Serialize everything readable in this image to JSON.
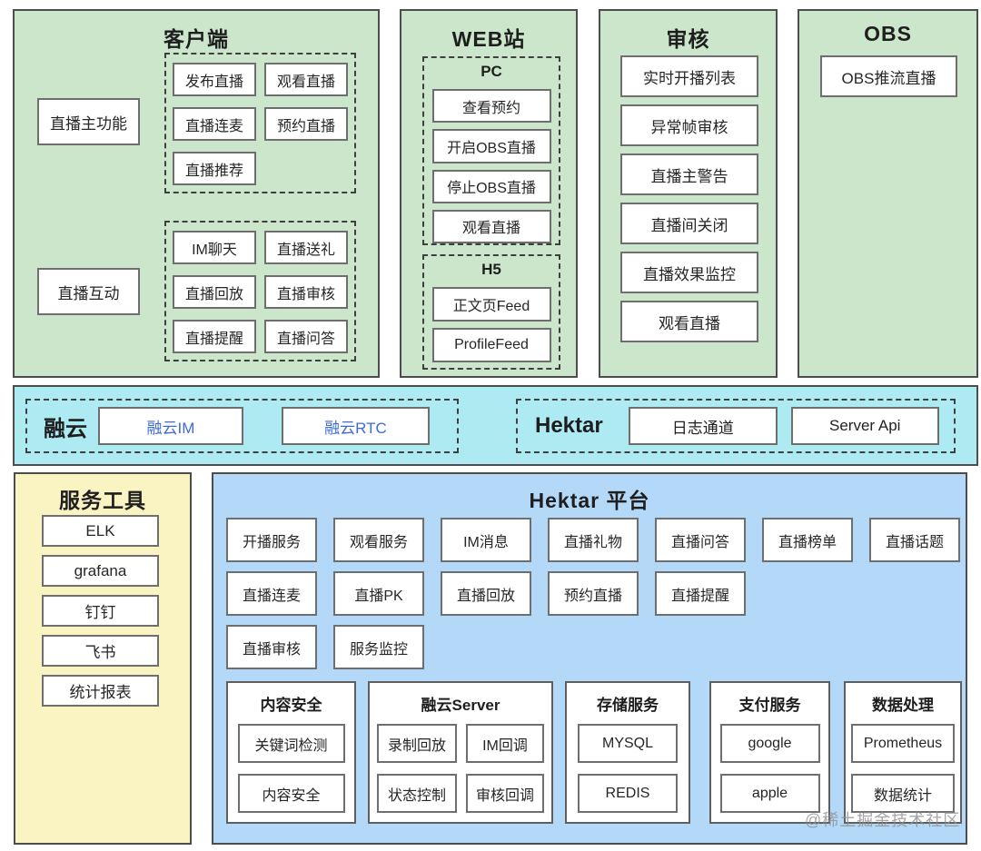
{
  "colors": {
    "green": "#cbe6ca",
    "cyan": "#aeeaf2",
    "yellow": "#f9f4c2",
    "blue_bg": "#b4d9f8",
    "link": "#3c6bd9"
  },
  "client": {
    "title": "客户端",
    "roles": [
      "直播主功能",
      "直播互动"
    ],
    "host_features": [
      "发布直播",
      "观看直播",
      "直播连麦",
      "预约直播",
      "直播推荐"
    ],
    "interact_features": [
      "IM聊天",
      "直播送礼",
      "直播回放",
      "直播审核",
      "直播提醒",
      "直播问答"
    ]
  },
  "web": {
    "title": "WEB站",
    "pc": {
      "label": "PC",
      "items": [
        "查看预约",
        "开启OBS直播",
        "停止OBS直播",
        "观看直播"
      ]
    },
    "h5": {
      "label": "H5",
      "items": [
        "正文页Feed",
        "ProfileFeed"
      ]
    }
  },
  "review": {
    "title": "审核",
    "items": [
      "实时开播列表",
      "异常帧审核",
      "直播主警告",
      "直播间关闭",
      "直播效果监控",
      "观看直播"
    ]
  },
  "obs": {
    "title": "OBS",
    "items": [
      "OBS推流直播"
    ]
  },
  "middleware": {
    "rongcloud": {
      "label": "融云",
      "items": [
        "融云IM",
        "融云RTC"
      ]
    },
    "hektar": {
      "label": "Hektar",
      "items": [
        "日志通道",
        "Server Api"
      ]
    }
  },
  "tools": {
    "title": "服务工具",
    "items": [
      "ELK",
      "grafana",
      "钉钉",
      "飞书",
      "统计报表"
    ]
  },
  "platform": {
    "title": "Hektar 平台",
    "services_row1": [
      "开播服务",
      "观看服务",
      "IM消息",
      "直播礼物",
      "直播问答",
      "直播榜单",
      "直播话题"
    ],
    "services_row2": [
      "直播连麦",
      "直播PK",
      "直播回放",
      "预约直播",
      "直播提醒"
    ],
    "services_row3": [
      "直播审核",
      "服务监控"
    ],
    "groups": [
      {
        "title": "内容安全",
        "items": [
          "关键词检测",
          "内容安全"
        ]
      },
      {
        "title": "融云Server",
        "items": [
          "录制回放",
          "IM回调",
          "状态控制",
          "审核回调"
        ]
      },
      {
        "title": "存储服务",
        "items": [
          "MYSQL",
          "REDIS"
        ]
      },
      {
        "title": "支付服务",
        "items": [
          "google",
          "apple"
        ]
      },
      {
        "title": "数据处理",
        "items": [
          "Prometheus",
          "数据统计"
        ]
      }
    ]
  },
  "watermark": "@稀土掘金技术社区"
}
